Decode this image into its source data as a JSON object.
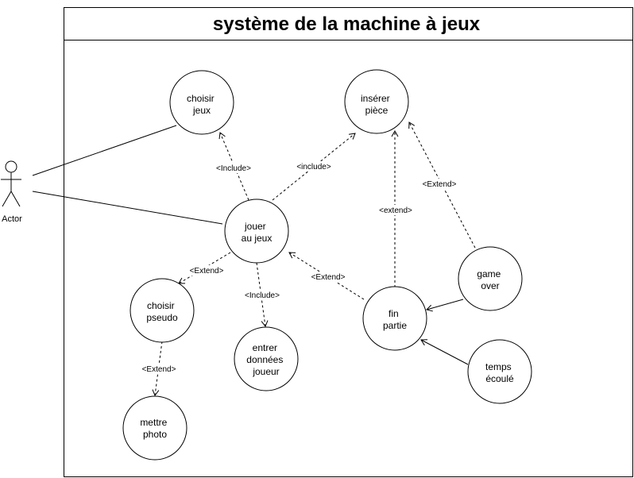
{
  "system": {
    "title": "système de la machine à jeux"
  },
  "actor": {
    "label": "Actor"
  },
  "use_cases": {
    "choisir_jeux": [
      "choisir",
      "jeux"
    ],
    "inserer_piece": [
      "insérer",
      "pièce"
    ],
    "jouer_au_jeux": [
      "jouer",
      "au jeux"
    ],
    "choisir_pseudo": [
      "choisir",
      "pseudo"
    ],
    "entrer_donnees_joueur": [
      "entrer",
      "données",
      "joueur"
    ],
    "mettre_photo": [
      "mettre",
      "photo"
    ],
    "fin_partie": [
      "fin",
      "partie"
    ],
    "game_over": [
      "game",
      "over"
    ],
    "temps_ecoule": [
      "temps",
      "écoulé"
    ]
  },
  "relations": {
    "jouer_include_choisir_jeux": "<Include>",
    "jouer_include_inserer_piece": "<include>",
    "fin_extend_inserer_piece": "<extend>",
    "game_over_extend_inserer_piece": "<Extend>",
    "fin_extend_jouer": "<Extend>",
    "choisir_pseudo_extend_jouer": "<Extend>",
    "jouer_include_entrer_donnees": "<Include>",
    "mettre_photo_extend_choisir_pseudo": "<Extend>"
  }
}
